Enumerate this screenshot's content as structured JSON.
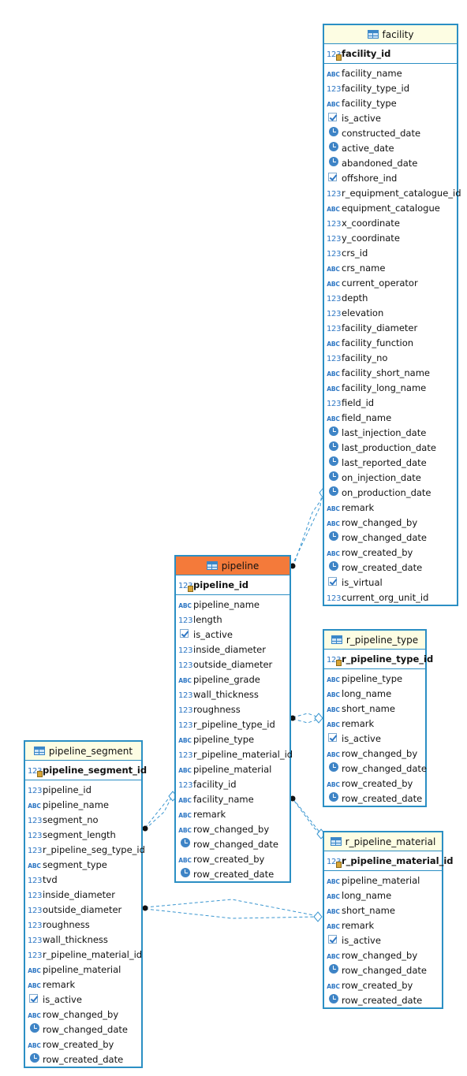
{
  "entities": [
    {
      "id": "facility",
      "name": "facility",
      "selected": false,
      "pk": {
        "name": "facility_id",
        "type": "num"
      },
      "columns": [
        {
          "name": "facility_name",
          "type": "abc"
        },
        {
          "name": "facility_type_id",
          "type": "num"
        },
        {
          "name": "facility_type",
          "type": "abc"
        },
        {
          "name": "is_active",
          "type": "bool"
        },
        {
          "name": "constructed_date",
          "type": "date"
        },
        {
          "name": "active_date",
          "type": "date"
        },
        {
          "name": "abandoned_date",
          "type": "date"
        },
        {
          "name": "offshore_ind",
          "type": "bool"
        },
        {
          "name": "r_equipment_catalogue_id",
          "type": "num"
        },
        {
          "name": "equipment_catalogue",
          "type": "abc"
        },
        {
          "name": "x_coordinate",
          "type": "num"
        },
        {
          "name": "y_coordinate",
          "type": "num"
        },
        {
          "name": "crs_id",
          "type": "num"
        },
        {
          "name": "crs_name",
          "type": "abc"
        },
        {
          "name": "current_operator",
          "type": "abc"
        },
        {
          "name": "depth",
          "type": "num"
        },
        {
          "name": "elevation",
          "type": "num"
        },
        {
          "name": "facility_diameter",
          "type": "num"
        },
        {
          "name": "facility_function",
          "type": "abc"
        },
        {
          "name": "facility_no",
          "type": "num"
        },
        {
          "name": "facility_short_name",
          "type": "abc"
        },
        {
          "name": "facility_long_name",
          "type": "abc"
        },
        {
          "name": "field_id",
          "type": "num"
        },
        {
          "name": "field_name",
          "type": "abc"
        },
        {
          "name": "last_injection_date",
          "type": "date"
        },
        {
          "name": "last_production_date",
          "type": "date"
        },
        {
          "name": "last_reported_date",
          "type": "date"
        },
        {
          "name": "on_injection_date",
          "type": "date"
        },
        {
          "name": "on_production_date",
          "type": "date"
        },
        {
          "name": "remark",
          "type": "abc"
        },
        {
          "name": "row_changed_by",
          "type": "abc"
        },
        {
          "name": "row_changed_date",
          "type": "date"
        },
        {
          "name": "row_created_by",
          "type": "abc"
        },
        {
          "name": "row_created_date",
          "type": "date"
        },
        {
          "name": "is_virtual",
          "type": "bool"
        },
        {
          "name": "current_org_unit_id",
          "type": "num"
        }
      ]
    },
    {
      "id": "pipeline",
      "name": "pipeline",
      "selected": true,
      "pk": {
        "name": "pipeline_id",
        "type": "num"
      },
      "columns": [
        {
          "name": "pipeline_name",
          "type": "abc"
        },
        {
          "name": "length",
          "type": "num"
        },
        {
          "name": "is_active",
          "type": "bool"
        },
        {
          "name": "inside_diameter",
          "type": "num"
        },
        {
          "name": "outside_diameter",
          "type": "num"
        },
        {
          "name": "pipeline_grade",
          "type": "abc"
        },
        {
          "name": "wall_thickness",
          "type": "num"
        },
        {
          "name": "roughness",
          "type": "num"
        },
        {
          "name": "r_pipeline_type_id",
          "type": "num"
        },
        {
          "name": "pipeline_type",
          "type": "abc"
        },
        {
          "name": "r_pipeline_material_id",
          "type": "num"
        },
        {
          "name": "pipeline_material",
          "type": "abc"
        },
        {
          "name": "facility_id",
          "type": "num"
        },
        {
          "name": "facility_name",
          "type": "abc"
        },
        {
          "name": "remark",
          "type": "abc"
        },
        {
          "name": "row_changed_by",
          "type": "abc"
        },
        {
          "name": "row_changed_date",
          "type": "date"
        },
        {
          "name": "row_created_by",
          "type": "abc"
        },
        {
          "name": "row_created_date",
          "type": "date"
        }
      ]
    },
    {
      "id": "r_pipeline_type",
      "name": "r_pipeline_type",
      "selected": false,
      "pk": {
        "name": "r_pipeline_type_id",
        "type": "num"
      },
      "columns": [
        {
          "name": "pipeline_type",
          "type": "abc"
        },
        {
          "name": "long_name",
          "type": "abc"
        },
        {
          "name": "short_name",
          "type": "abc"
        },
        {
          "name": "remark",
          "type": "abc"
        },
        {
          "name": "is_active",
          "type": "bool"
        },
        {
          "name": "row_changed_by",
          "type": "abc"
        },
        {
          "name": "row_changed_date",
          "type": "date"
        },
        {
          "name": "row_created_by",
          "type": "abc"
        },
        {
          "name": "row_created_date",
          "type": "date"
        }
      ]
    },
    {
      "id": "pipeline_segment",
      "name": "pipeline_segment",
      "selected": false,
      "pk": {
        "name": "pipeline_segment_id",
        "type": "num"
      },
      "columns": [
        {
          "name": "pipeline_id",
          "type": "num"
        },
        {
          "name": "pipeline_name",
          "type": "abc"
        },
        {
          "name": "segment_no",
          "type": "num"
        },
        {
          "name": "segment_length",
          "type": "num"
        },
        {
          "name": "r_pipeline_seg_type_id",
          "type": "num"
        },
        {
          "name": "segment_type",
          "type": "abc"
        },
        {
          "name": "tvd",
          "type": "num"
        },
        {
          "name": "inside_diameter",
          "type": "num"
        },
        {
          "name": "outside_diameter",
          "type": "num"
        },
        {
          "name": "roughness",
          "type": "num"
        },
        {
          "name": "wall_thickness",
          "type": "num"
        },
        {
          "name": "r_pipeline_material_id",
          "type": "num"
        },
        {
          "name": "pipeline_material",
          "type": "abc"
        },
        {
          "name": "remark",
          "type": "abc"
        },
        {
          "name": "is_active",
          "type": "bool"
        },
        {
          "name": "row_changed_by",
          "type": "abc"
        },
        {
          "name": "row_changed_date",
          "type": "date"
        },
        {
          "name": "row_created_by",
          "type": "abc"
        },
        {
          "name": "row_created_date",
          "type": "date"
        }
      ]
    },
    {
      "id": "r_pipeline_material",
      "name": "r_pipeline_material",
      "selected": false,
      "pk": {
        "name": "r_pipeline_material_id",
        "type": "num"
      },
      "columns": [
        {
          "name": "pipeline_material",
          "type": "abc"
        },
        {
          "name": "long_name",
          "type": "abc"
        },
        {
          "name": "short_name",
          "type": "abc"
        },
        {
          "name": "remark",
          "type": "abc"
        },
        {
          "name": "is_active",
          "type": "bool"
        },
        {
          "name": "row_changed_by",
          "type": "abc"
        },
        {
          "name": "row_changed_date",
          "type": "date"
        },
        {
          "name": "row_created_by",
          "type": "abc"
        },
        {
          "name": "row_created_date",
          "type": "date"
        }
      ]
    }
  ],
  "type_icons": {
    "num": "123",
    "abc": "ABC",
    "date": "clock-icon",
    "bool": "checkbox-icon"
  },
  "colors": {
    "border": "#2b8fc4",
    "header": "#fdfde3",
    "header_selected": "#f47a3a",
    "connector": "#3a96d0"
  },
  "relations": [
    {
      "from": "pipeline",
      "to": "facility"
    },
    {
      "from": "pipeline",
      "to": "r_pipeline_type"
    },
    {
      "from": "pipeline",
      "to": "r_pipeline_material"
    },
    {
      "from": "pipeline_segment",
      "to": "pipeline"
    },
    {
      "from": "pipeline_segment",
      "to": "r_pipeline_material"
    }
  ]
}
